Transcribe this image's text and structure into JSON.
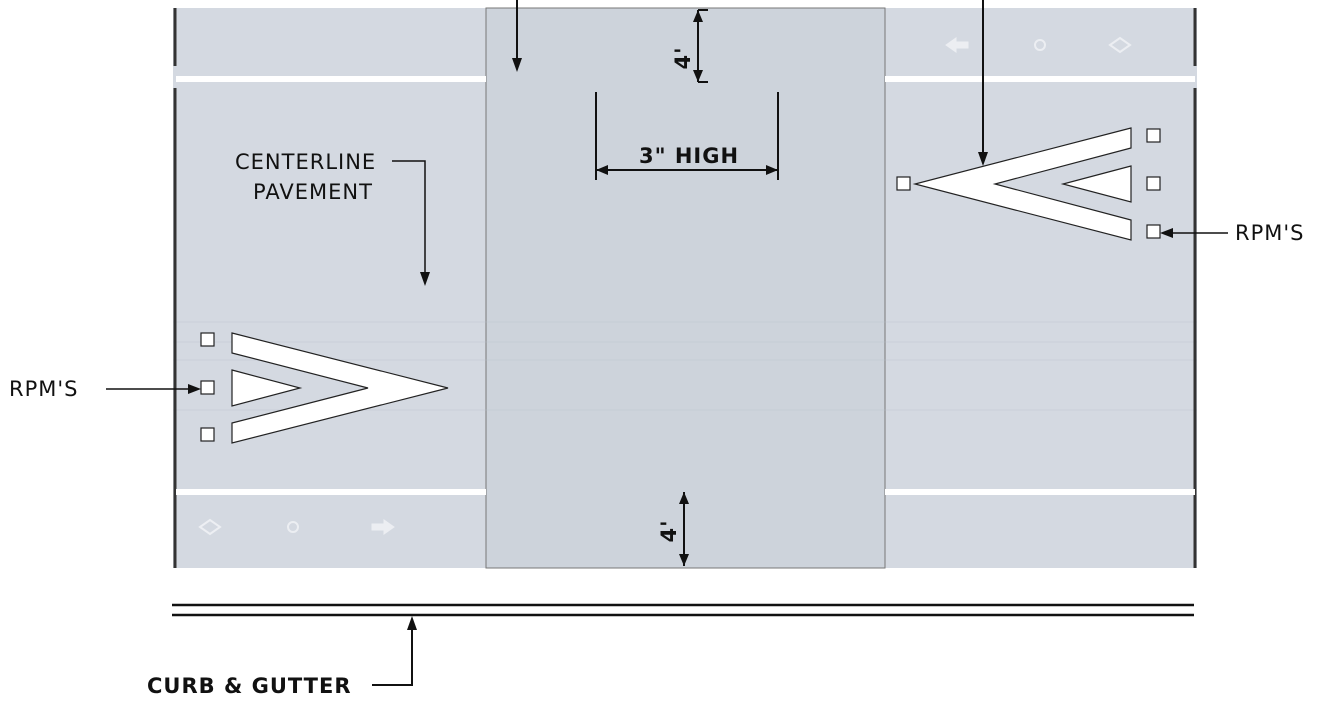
{
  "drawing": {
    "centerline_label_line1": "CENTERLINE",
    "centerline_label_line2": "PAVEMENT",
    "rpm_left_label": "RPM'S",
    "rpm_right_label": "RPM'S",
    "height_dim_label": "3\" HIGH",
    "setback_top_label": "4'",
    "setback_bottom_label": "4'",
    "curb_label": "CURB & GUTTER"
  },
  "colors": {
    "pavement": "#d4d9e1",
    "median": "#cdd3db",
    "marking": "#ffffff",
    "edge_line": "#333333",
    "ink": "#111111"
  }
}
